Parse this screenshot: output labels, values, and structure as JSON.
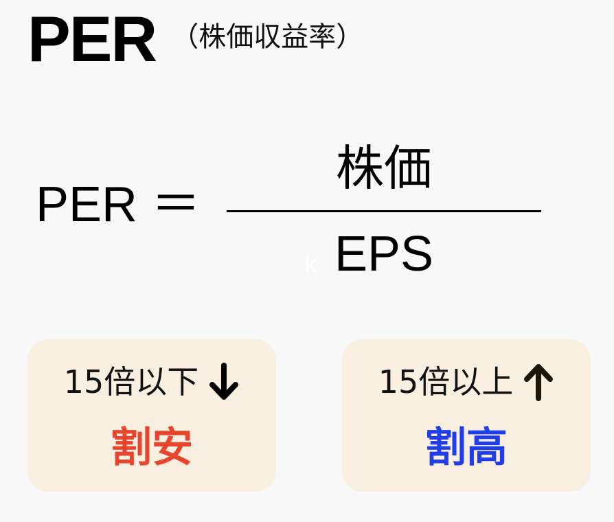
{
  "title": {
    "main": "PER",
    "sub": "（株価収益率）"
  },
  "formula": {
    "lhs": "PER ＝",
    "numerator": "株価",
    "denominator": "EPS",
    "stray_char": "k"
  },
  "cards": [
    {
      "condition": "15倍以下",
      "arrow_icon": "arrow-down-icon",
      "verdict": "割安",
      "verdict_color": "#e8452e"
    },
    {
      "condition": "15倍以上",
      "arrow_icon": "arrow-up-icon",
      "verdict": "割高",
      "verdict_color": "#1f3de8"
    }
  ],
  "colors": {
    "background": "#f8f8f8",
    "card_background": "#f9efe0",
    "arrow_down": "#000000",
    "arrow_up": "#1c1405"
  }
}
